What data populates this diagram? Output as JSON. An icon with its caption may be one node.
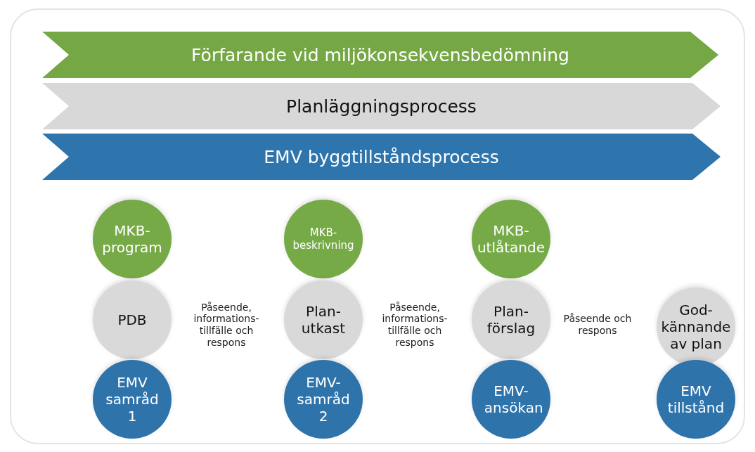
{
  "diagram": {
    "nodes": [
      {
        "text": [
          "Förfarande vid miljökonsekvensbedömning"
        ]
      },
      {
        "text": [
          "Planläggningsprocess"
        ]
      },
      {
        "text": [
          "EMV byggtillståndsprocess"
        ]
      },
      {
        "text": [
          "MKB-program"
        ]
      },
      {
        "text": [
          "MKB-beskrivning"
        ]
      },
      {
        "text": [
          "MKB-utlåtande"
        ]
      },
      {
        "text": [
          "PDB"
        ]
      },
      {
        "text": [
          "Plan-utkast"
        ]
      },
      {
        "text": [
          "Plan-förslag"
        ]
      },
      {
        "text": [
          "God-kännande av plan"
        ]
      },
      {
        "text": [
          "EMV samråd 1"
        ]
      },
      {
        "text": [
          "EMV-samråd 2"
        ]
      },
      {
        "text": [
          "EMV-ansökan"
        ]
      },
      {
        "text": [
          "EMV tillstånd"
        ]
      }
    ],
    "labels": [
      "Påseende, informations-tillfälle och respons",
      "Påseende, informations-tillfälle och respons",
      "Påseende och respons"
    ]
  }
}
